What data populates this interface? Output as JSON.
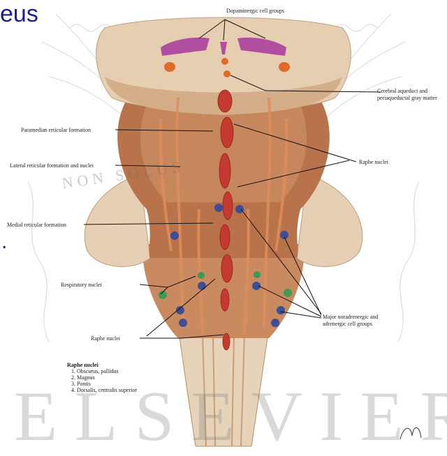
{
  "slide": {
    "title_fragment": "eus",
    "bullet_glyph": "."
  },
  "labels": {
    "dopaminergic": "Dopaminergic cell groups",
    "cerebral_aqueduct_1": "Cerebral aqueduct and",
    "cerebral_aqueduct_2": "periaqueductal gray matter",
    "paramedian": "Paramedian reticular formation",
    "lateral": "Lateral reticular formation and nuclei",
    "raphe_upper": "Raphe nuclei",
    "medial": "Medial reticular formation",
    "respiratory": "Respiratory nuclei",
    "noradrenergic_1": "Major noradrenergic and",
    "noradrenergic_2": "adrenergic cell groups",
    "raphe_lower": "Raphe nuclei"
  },
  "legend": {
    "title": "Raphe nuclei",
    "items": [
      "1. Obscurus, pallidus",
      "2. Magnus",
      "3. Pontis",
      "4. Dorsalis, centralis superior"
    ]
  },
  "watermark": {
    "publisher": "ELSEVIER",
    "seal": "NON SOLUS"
  },
  "colors": {
    "title": "#1a1f8c",
    "tissue_light": "#e2c9ad",
    "tissue_mid": "#c48a62",
    "tissue_dark": "#9c5a36",
    "raphe": "#c43a30",
    "dopaminergic": "#b04ea0",
    "noradrenergic": "#3c4e96",
    "respiratory": "#3f9a55"
  }
}
